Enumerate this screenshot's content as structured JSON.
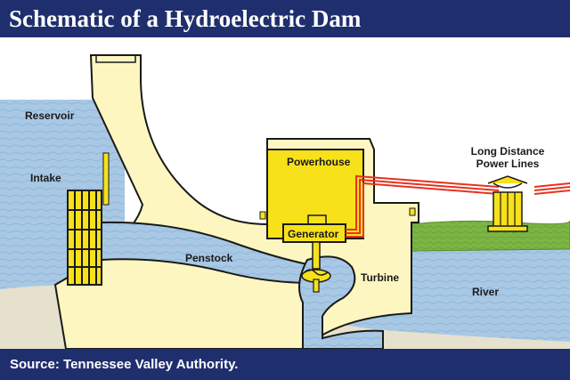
{
  "header": {
    "title": "Schematic of a Hydroelectric Dam"
  },
  "labels": {
    "reservoir": "Reservoir",
    "intake": "Intake",
    "penstock": "Penstock",
    "powerhouse": "Powerhouse",
    "generator": "Generator",
    "turbine": "Turbine",
    "river": "River",
    "power_lines_line1": "Long Distance",
    "power_lines_line2": "Power Lines"
  },
  "footer": {
    "source": "Source: Tennessee Valley Authority."
  },
  "colors": {
    "banner": "#1f2f6e",
    "water": "#a8c8e4",
    "dam": "#fdf6c0",
    "outline": "#1a1a1a",
    "powerhouse": "#f7e11a",
    "power_lines": "#e8321e",
    "grass": "#7bb544",
    "riverbed": "#e6e1cd"
  }
}
